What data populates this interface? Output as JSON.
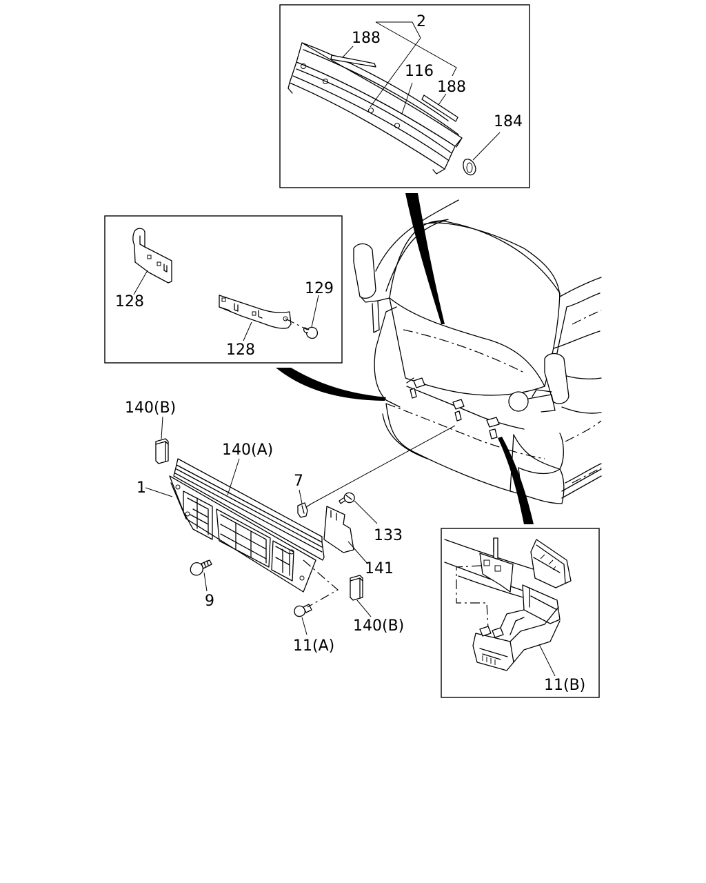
{
  "callouts": {
    "c2": "2",
    "c188a": "188",
    "c116": "116",
    "c188b": "188",
    "c184": "184",
    "c128a": "128",
    "c129": "129",
    "c128b": "128",
    "c140b_top": "140(B)",
    "c140a": "140(A)",
    "c1": "1",
    "c7": "7",
    "c133": "133",
    "c141": "141",
    "c9": "9",
    "c140b_bottom": "140(B)",
    "c11a": "11(A)",
    "c11b": "11(B)"
  }
}
